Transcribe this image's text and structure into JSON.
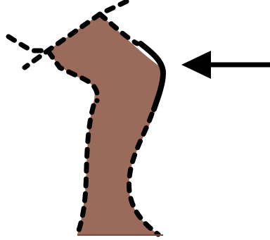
{
  "diagram": {
    "shape_fill": "#9a6a5b",
    "outline_color": "#000000",
    "pointer_color": "#000000",
    "background": "#ffffff",
    "segments": [
      {
        "name": "upper-left-dashed-crossing-line",
        "style": "dashed"
      },
      {
        "name": "upper-right-dashed-crossing-line",
        "style": "dashed"
      },
      {
        "name": "right-shoulder-solid-outline",
        "style": "solid"
      },
      {
        "name": "right-side-dashed-outline",
        "style": "dashed"
      },
      {
        "name": "left-side-dashed-outline",
        "style": "dashed"
      },
      {
        "name": "base-solid-line",
        "style": "solid"
      }
    ],
    "pointer": {
      "icon": "left-arrow-icon",
      "direction": "left",
      "target": "right-shoulder-solid-outline"
    }
  }
}
